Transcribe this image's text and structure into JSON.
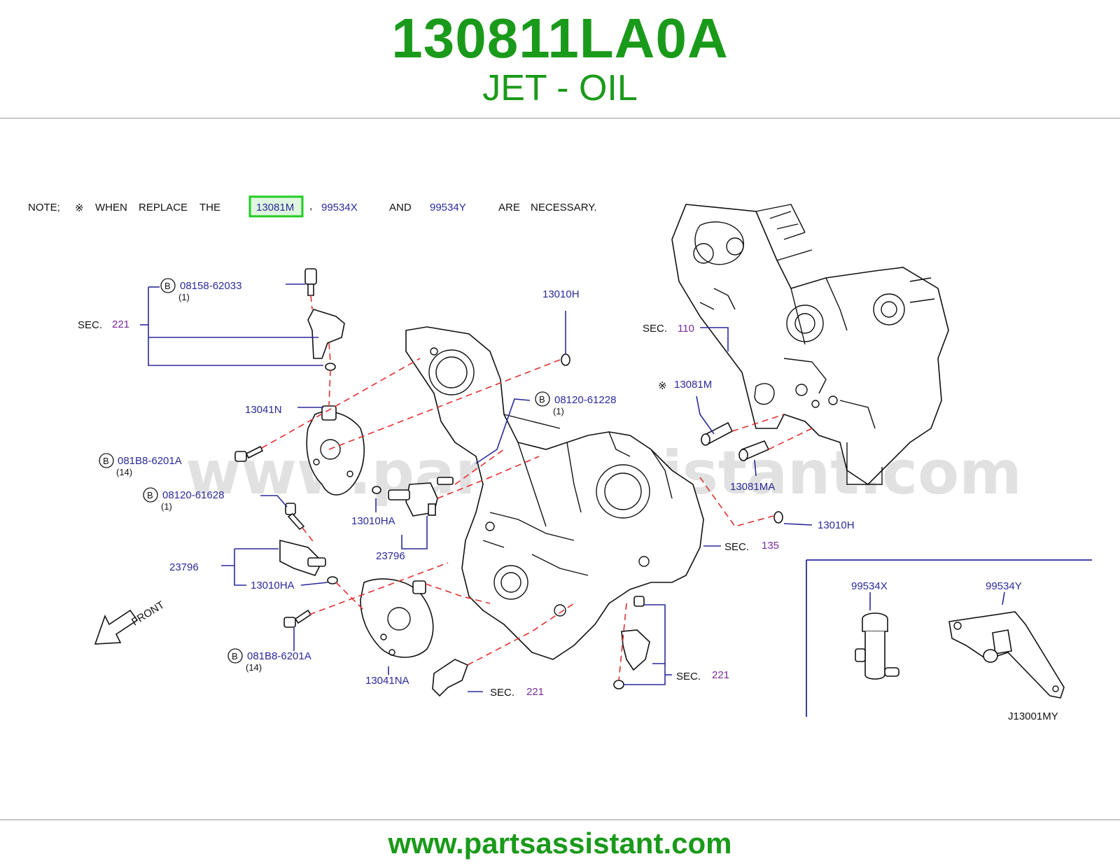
{
  "header": {
    "part_number": "130811LA0A",
    "part_name": "JET - OIL"
  },
  "note": {
    "prefix": "NOTE;",
    "symbol": "※",
    "text1": "WHEN",
    "text2": "REPLACE",
    "text3": "THE",
    "highlight_part": "13081M",
    "comma": ",",
    "part2": "99534X",
    "and": "AND",
    "part3": "99534Y",
    "text4": "ARE",
    "text5": "NECESSARY."
  },
  "callouts": {
    "bolt_top": {
      "badge": "B",
      "part": "08158-62033",
      "qty": "(1)"
    },
    "sec_221_top": {
      "sec": "SEC.",
      "num": "221"
    },
    "p13010H_top": "13010H",
    "sec_110": {
      "sec": "SEC.",
      "num": "110"
    },
    "bolt_08120_61228": {
      "badge": "B",
      "part": "08120-61228",
      "qty": "(1)"
    },
    "p13081M": {
      "symbol": "※",
      "part": "13081M"
    },
    "p13041N": "13041N",
    "bolt_081B8_top": {
      "badge": "B",
      "part": "081B8-6201A",
      "qty": "(14)"
    },
    "bolt_08120_61628": {
      "badge": "B",
      "part": "08120-61628",
      "qty": "(1)"
    },
    "p13010HA_mid": "13010HA",
    "p23796_mid": "23796",
    "p13081MA": "13081MA",
    "p13010H_right": "13010H",
    "sec_135": {
      "sec": "SEC.",
      "num": "135"
    },
    "p23796_left": "23796",
    "p13010HA_left": "13010HA",
    "front": "FRONT",
    "bolt_081B8_bottom": {
      "badge": "B",
      "part": "081B8-6201A",
      "qty": "(14)"
    },
    "p13041NA": "13041NA",
    "sec_221_bottom": {
      "sec": "SEC.",
      "num": "221"
    },
    "sec_221_right": {
      "sec": "SEC.",
      "num": "221"
    },
    "p99534X": "99534X",
    "p99534Y": "99534Y",
    "diagram_code": "J13001MY"
  },
  "watermark": "www.partsassistant.com",
  "footer": {
    "url": "www.partsassistant.com"
  },
  "colors": {
    "brand_green": "#1a9a1a",
    "label_blue": "#2a2a9a",
    "sec_purple": "#7a2a9a",
    "leader_red": "#e03030",
    "highlight": "#22cc22"
  }
}
